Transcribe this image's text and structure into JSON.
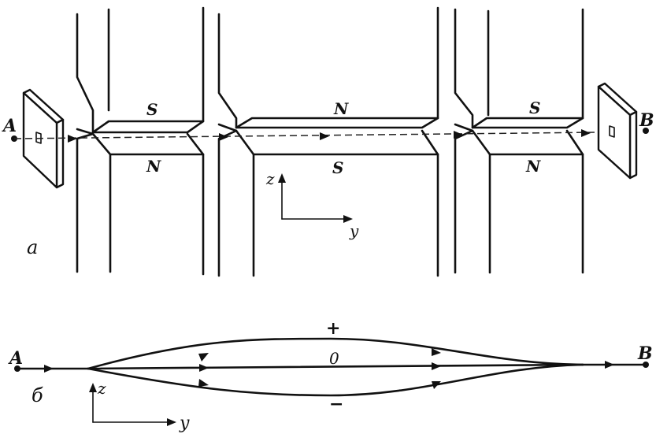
{
  "top": {
    "panel_label": "a",
    "point_start": "A",
    "point_end": "B",
    "magnets": [
      {
        "top_pole": "S",
        "bottom_pole": "N"
      },
      {
        "top_pole": "N",
        "bottom_pole": "S"
      },
      {
        "top_pole": "S",
        "bottom_pole": "N"
      }
    ],
    "axis_vertical": "z",
    "axis_horizontal": "y"
  },
  "bottom": {
    "panel_label": "б",
    "point_start": "A",
    "point_end": "B",
    "path_labels": [
      "+",
      "0",
      "−"
    ],
    "axis_vertical": "z",
    "axis_horizontal": "y"
  },
  "colors": {
    "ink": "#111111",
    "background": "#ffffff"
  }
}
